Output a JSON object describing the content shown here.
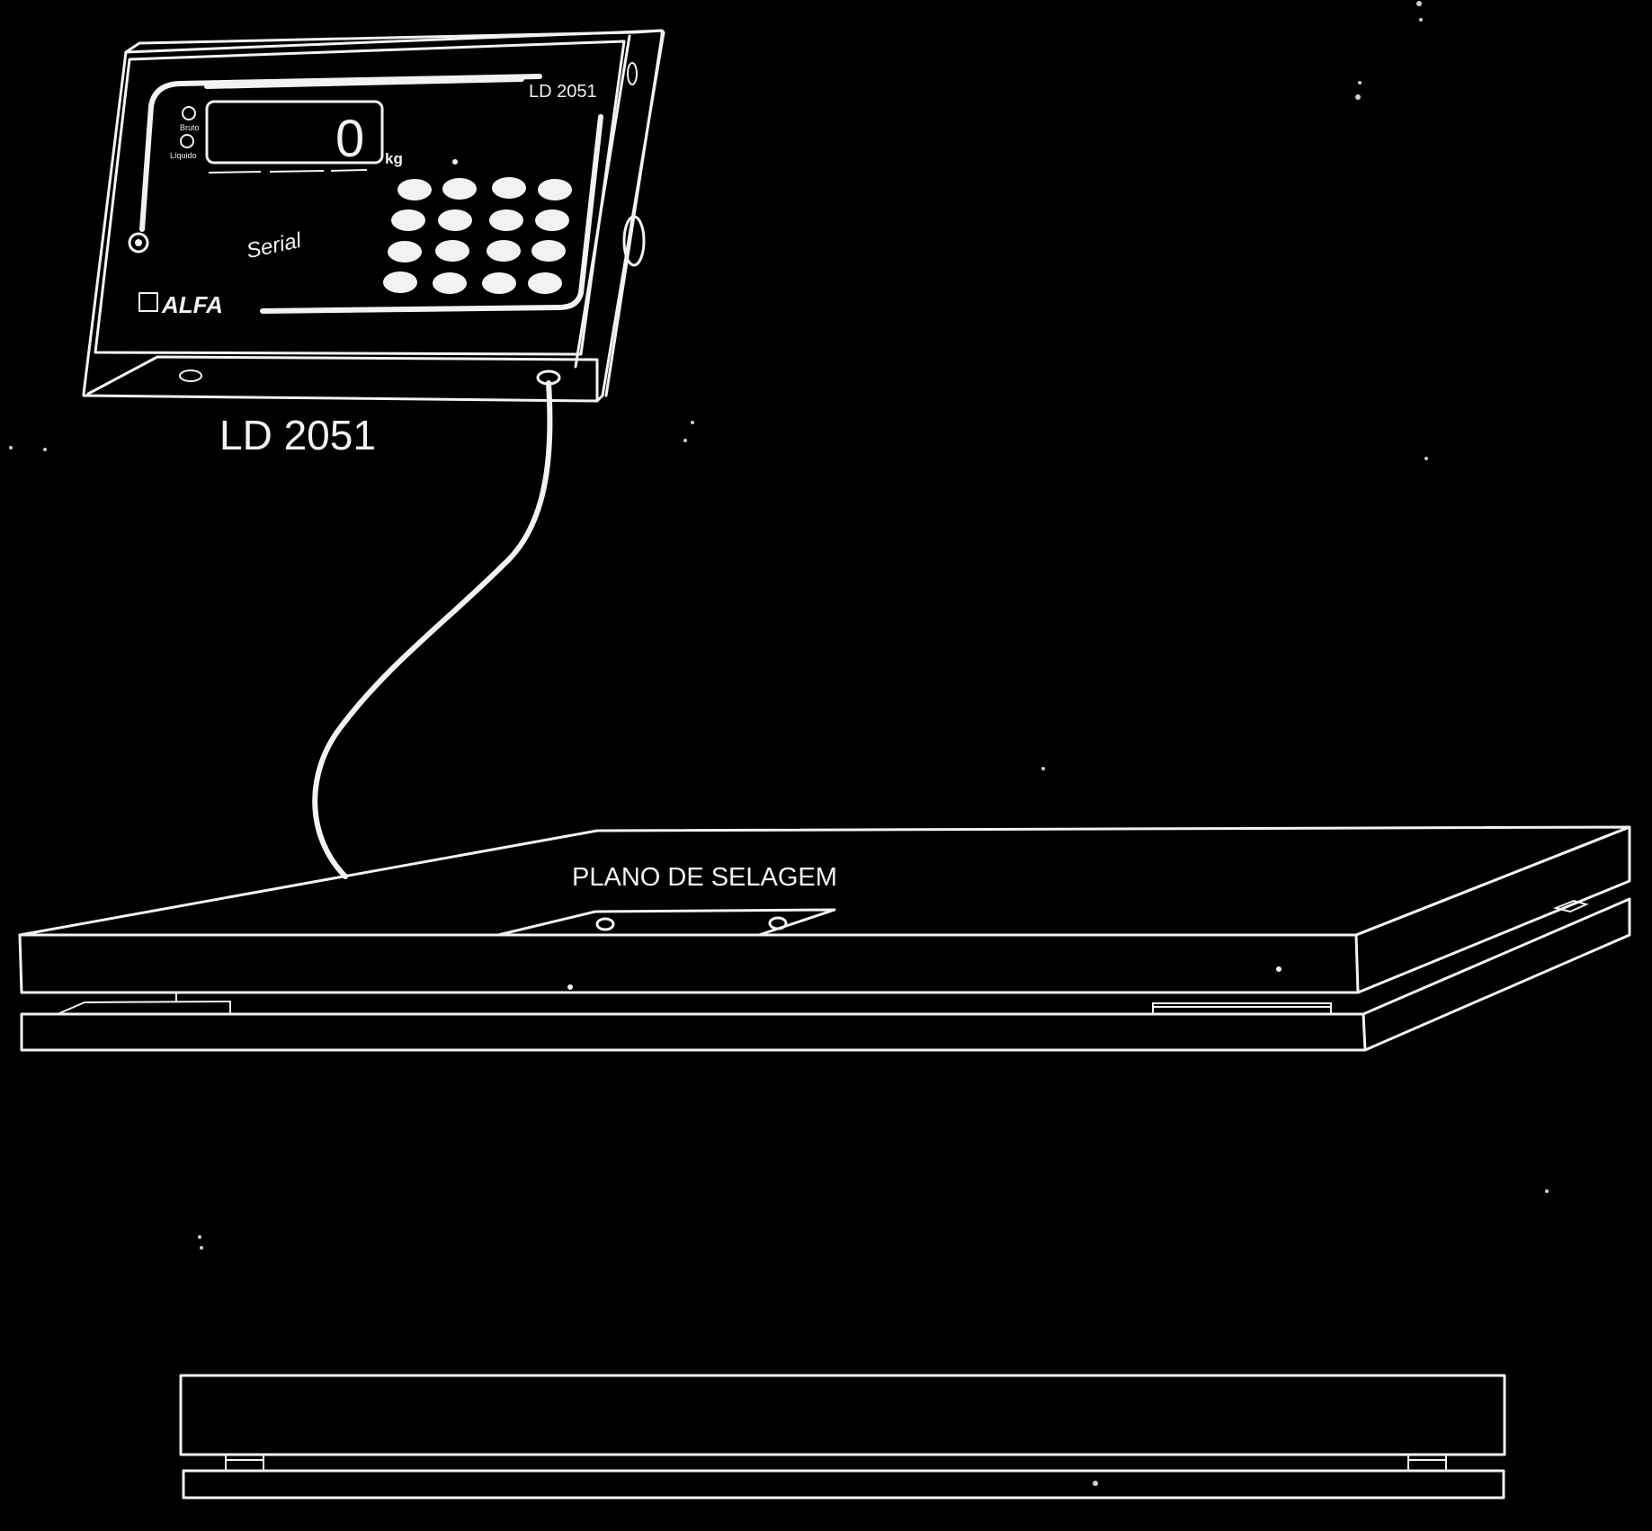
{
  "indicator": {
    "model_badge": "LD 2051",
    "display_reading": "0",
    "display_unit": "kg",
    "serial_script": "Serial",
    "brand": "ALFA"
  },
  "labels": {
    "indicator_caption": "LD 2051",
    "sealing_plane": "PLANO DE SELAGEM"
  },
  "colors": {
    "background": "#000000",
    "line": "#f2f2f2"
  }
}
